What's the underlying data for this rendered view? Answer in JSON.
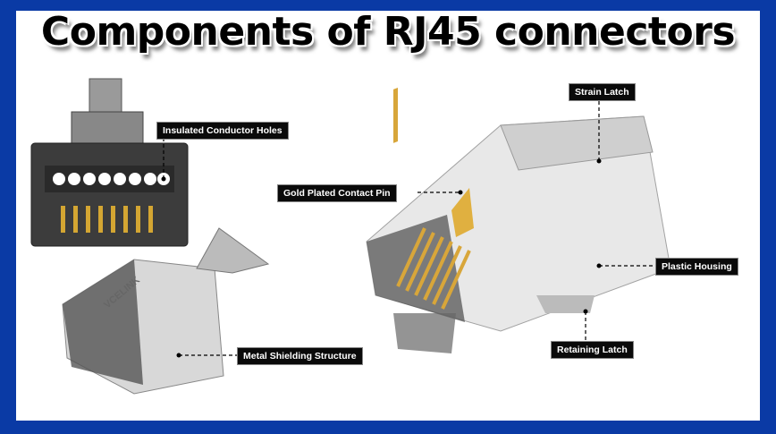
{
  "title": "Components of RJ45 connectors",
  "labels": {
    "insulated": "Insulated Conductor Holes",
    "strain": "Strain Latch",
    "gold": "Gold Plated Contact Pin",
    "plastic": "Plastic Housing",
    "retaining": "Retaining Latch",
    "metal": "Metal Shielding Structure"
  },
  "brand": "VCELINK"
}
